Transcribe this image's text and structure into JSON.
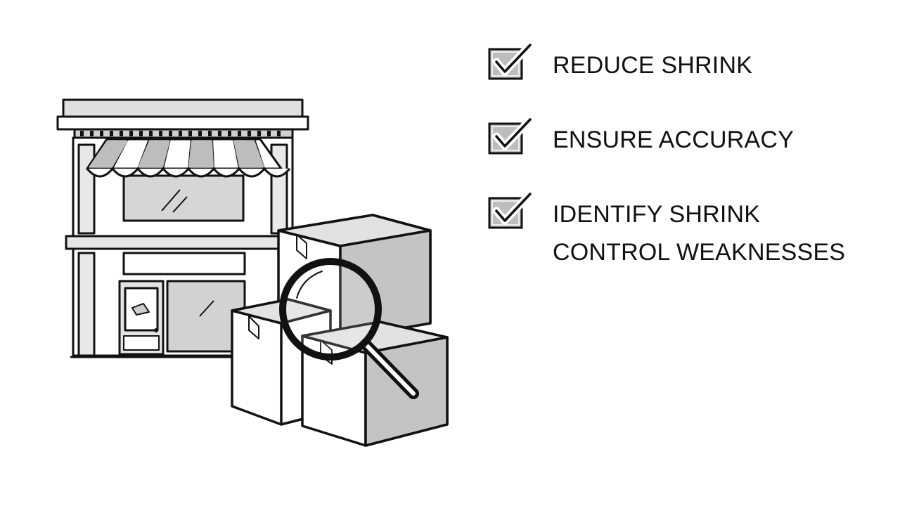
{
  "checklist": {
    "items": [
      {
        "label": "REDUCE SHRINK",
        "icon": "checkbox-checked-icon"
      },
      {
        "label": "ENSURE ACCURACY",
        "icon": "checkbox-checked-icon"
      },
      {
        "label": "IDENTIFY SHRINK\nCONTROL WEAKNESSES",
        "icon": "checkbox-checked-icon"
      }
    ]
  },
  "illustration": {
    "storefront_icon": "storefront-icon",
    "boxes_icon": "cardboard-boxes-icon",
    "magnifier_icon": "magnifying-glass-icon"
  },
  "colors": {
    "ink": "#111111",
    "fill_gray": "#c8c8c8",
    "light_gray": "#e6e6e6",
    "background": "#ffffff"
  }
}
